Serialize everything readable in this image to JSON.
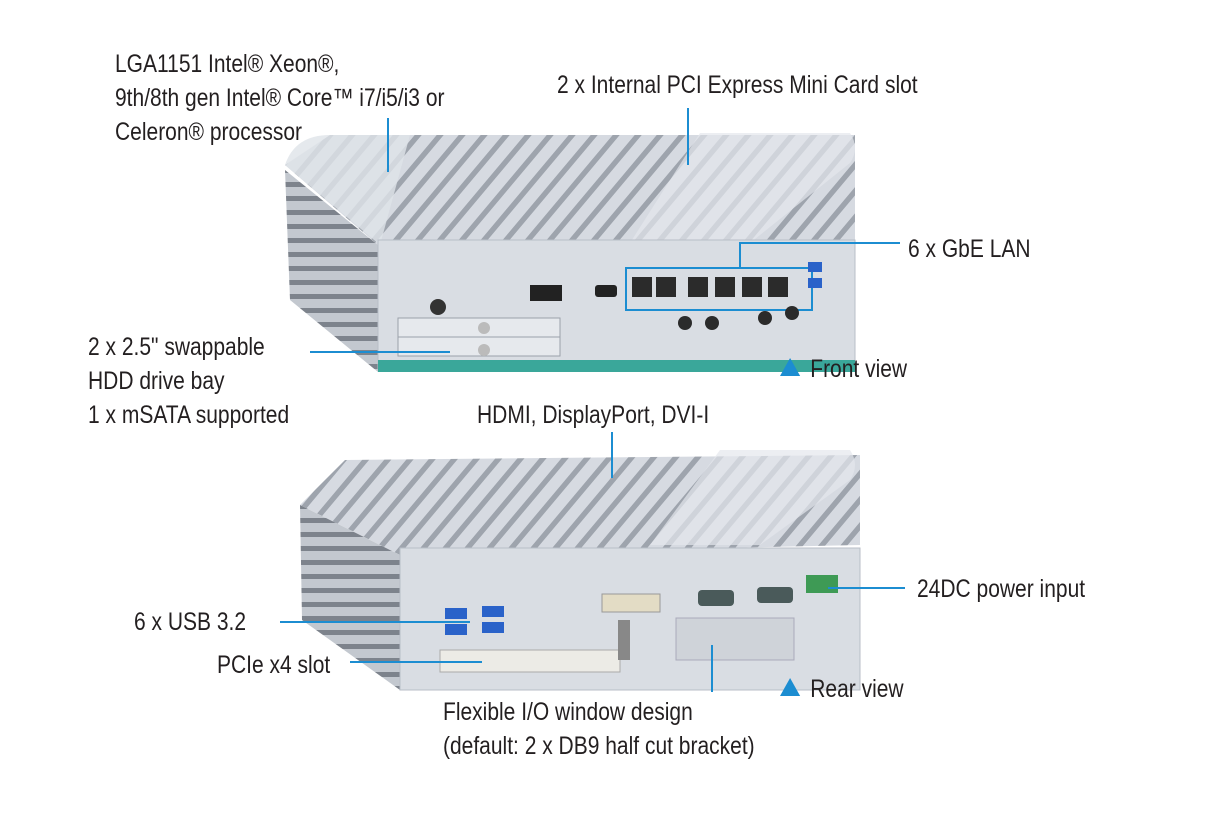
{
  "callouts": {
    "cpu": [
      "LGA1151 Intel® Xeon®,",
      "9th/8th gen Intel® Core™ i7/i5/i3 or",
      "Celeron® processor"
    ],
    "pcie_mini": "2 x Internal PCI Express Mini Card slot",
    "lan": "6 x GbE LAN",
    "hdd": [
      "2 x 2.5\" swappable",
      "HDD drive bay",
      "1 x mSATA supported"
    ],
    "display": "HDMI, DisplayPort, DVI-I",
    "power": "24DC power input",
    "usb": "6 x USB 3.2",
    "pcie_slot": "PCIe x4 slot",
    "flex_io": [
      "Flexible I/O window design",
      "(default: 2 x DB9 half cut bracket)"
    ]
  },
  "views": {
    "front": "Front view",
    "rear": "Rear view"
  },
  "colors": {
    "accent": "#1c8dd1",
    "chassis": "#c9ced6",
    "trim": "#3aa79a"
  }
}
